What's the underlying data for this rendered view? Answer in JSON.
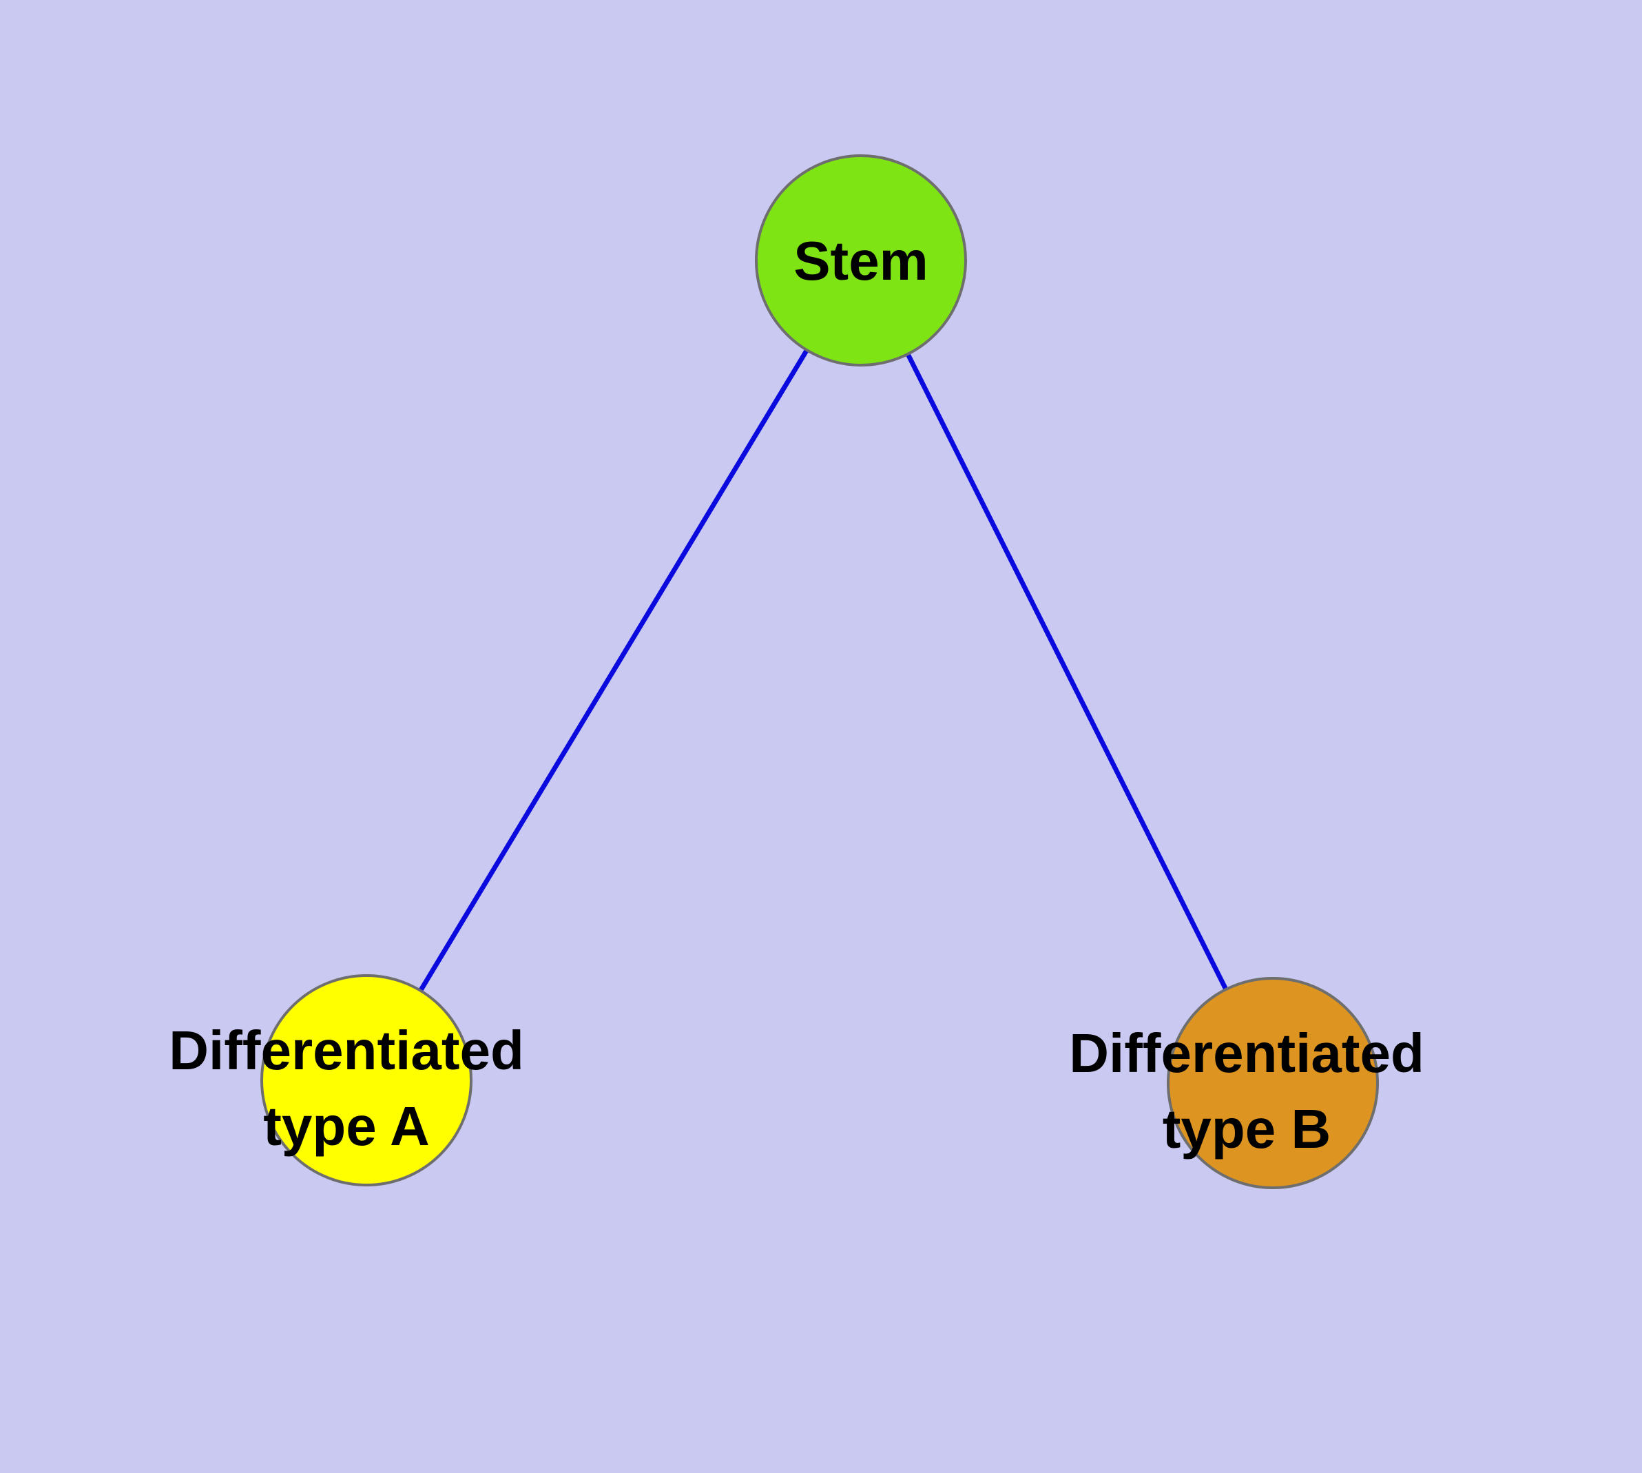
{
  "diagram": {
    "type": "cell-differentiation-graph",
    "background_color": "#c9c9f2",
    "edge_color": "#0a0adf",
    "node_border_color": "#6e6e6e",
    "text_color": "#000000",
    "nodes": {
      "stem": {
        "label": "Stem",
        "fill": "#7fe414"
      },
      "type_a": {
        "label": "Differentiated type A",
        "label_line1": "Differentiated",
        "label_line2": "type A",
        "fill": "#ffff00"
      },
      "type_b": {
        "label": "Differentiated type B",
        "label_line1": "Differentiated",
        "label_line2": "type B",
        "fill": "#dd9420"
      }
    },
    "edges": [
      {
        "from": "stem",
        "to": "type_a"
      },
      {
        "from": "stem",
        "to": "type_b"
      }
    ]
  }
}
